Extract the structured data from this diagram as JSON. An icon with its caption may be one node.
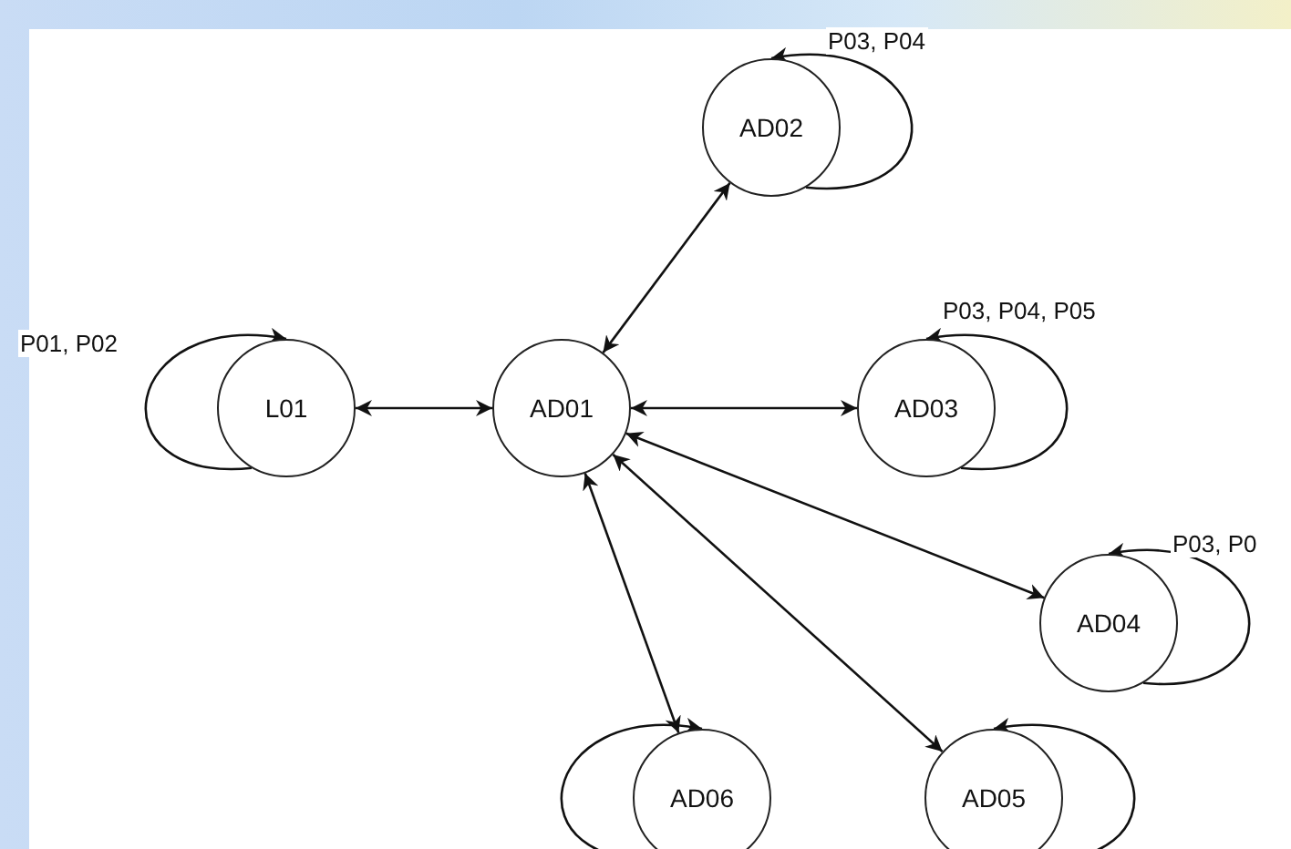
{
  "diagram": {
    "nodes": [
      {
        "text": [
          "L01"
        ]
      },
      {
        "text": [
          "AD01"
        ]
      },
      {
        "text": [
          "AD02"
        ]
      },
      {
        "text": [
          "AD03"
        ]
      },
      {
        "text": [
          "AD04"
        ]
      },
      {
        "text": [
          "AD05"
        ]
      },
      {
        "text": [
          "AD06"
        ]
      }
    ],
    "edges": [
      {
        "from": 0,
        "to": 0,
        "arrow": "to",
        "label": "P01, P02"
      },
      {
        "from": 0,
        "to": 1,
        "arrow": "both"
      },
      {
        "from": 1,
        "to": 2,
        "arrow": "both"
      },
      {
        "from": 2,
        "to": 2,
        "arrow": "to",
        "label": "P03, P04"
      },
      {
        "from": 1,
        "to": 3,
        "arrow": "both"
      },
      {
        "from": 3,
        "to": 3,
        "arrow": "to",
        "label": "P03, P04, P05"
      },
      {
        "from": 1,
        "to": 4,
        "arrow": "both"
      },
      {
        "from": 4,
        "to": 4,
        "arrow": "to",
        "label": "P03, P0"
      },
      {
        "from": 1,
        "to": 5,
        "arrow": "both"
      },
      {
        "from": 5,
        "to": 5,
        "arrow": "to"
      },
      {
        "from": 1,
        "to": 6,
        "arrow": "both"
      },
      {
        "from": 6,
        "to": 6,
        "arrow": "to"
      }
    ]
  }
}
